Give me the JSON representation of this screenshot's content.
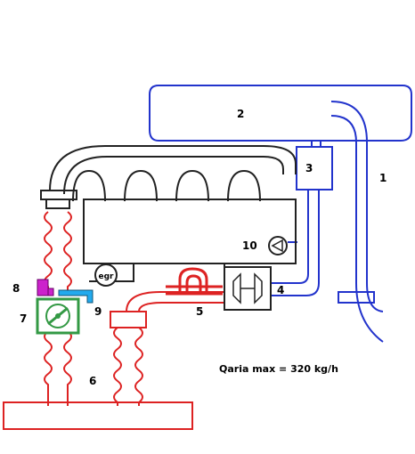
{
  "labels": {
    "n1": "1",
    "n2": "2",
    "n3": "3",
    "n4": "4",
    "n5": "5",
    "n6": "6",
    "n7": "7",
    "n8": "8",
    "n9": "9",
    "n10": "10",
    "egr": "egr"
  },
  "note": "Qaria max = 320 kg/h",
  "colors": {
    "air_line": "#2233cc",
    "exhaust_line": "#dd2222",
    "engine_outline": "#222222",
    "throttle_fill": "#339944",
    "actuator_8": "#cc22cc",
    "actuator_9": "#22aaee"
  }
}
